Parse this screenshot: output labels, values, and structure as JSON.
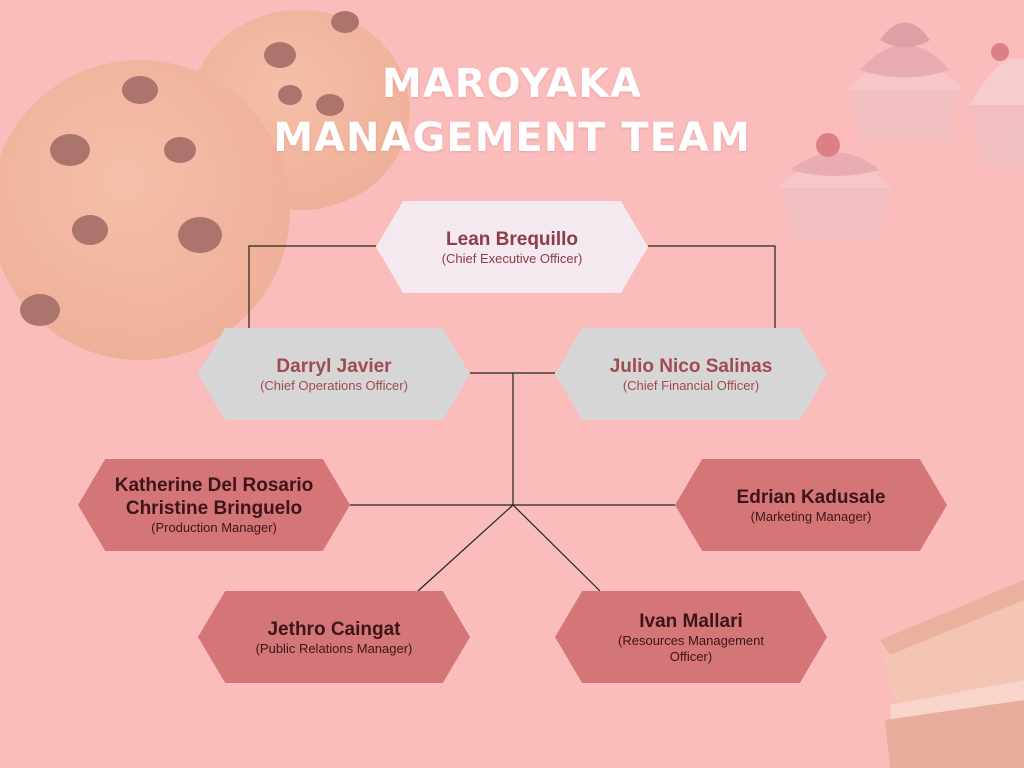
{
  "title": {
    "line1": "MAROYAKA",
    "line2": "MANAGEMENT TEAM"
  },
  "nodes": {
    "ceo": {
      "name": "Lean Brequillo",
      "role": "(Chief Executive Officer)"
    },
    "coo": {
      "name": "Darryl Javier",
      "role": "(Chief Operations Officer)"
    },
    "cfo": {
      "name": "Julio Nico Salinas",
      "role": "(Chief Financial Officer)"
    },
    "prod": {
      "name_line1": "Katherine Del Rosario",
      "name_line2": "Christine Bringuelo",
      "role": "(Production Manager)"
    },
    "mkt": {
      "name": "Edrian Kadusale",
      "role": "(Marketing Manager)"
    },
    "pr": {
      "name": "Jethro Caingat",
      "role": "(Public Relations Manager)"
    },
    "res": {
      "name": "Ivan Mallari",
      "role_line1": "(Resources Management",
      "role_line2": "Officer)"
    }
  },
  "colors": {
    "background": "#fbbcbc",
    "ceo_fill": "#f3e9ee",
    "exec_fill": "#d6d6d6",
    "manager_fill": "#d47677",
    "line": "#222222"
  },
  "decorations": [
    "cookie-illustration",
    "cupcake-illustration",
    "smores-illustration"
  ]
}
